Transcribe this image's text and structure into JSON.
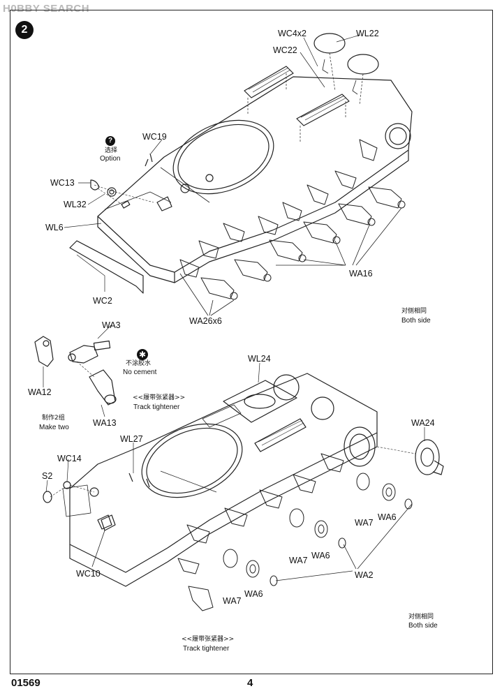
{
  "watermark": "H0BBY SEARCH",
  "step_number": "2",
  "footer": {
    "code": "01569",
    "page": "4"
  },
  "option": {
    "icon_symbol": "?",
    "cn": "选择",
    "en": "Option"
  },
  "no_cement": {
    "icon_symbol": "✱",
    "cn": "不涂胶水",
    "en": "No cement"
  },
  "make_two": {
    "cn": "制作2组",
    "en": "Make two"
  },
  "track_tightener_1": {
    "cn": "<<履带张紧器>>",
    "en": "Track tightener"
  },
  "track_tightener_2": {
    "cn": "<<履带张紧器>>",
    "en": "Track tightener"
  },
  "both_side_1": {
    "cn": "对侧相同",
    "en": "Both side"
  },
  "both_side_2": {
    "cn": "对侧相同",
    "en": "Both side"
  },
  "parts": {
    "wc4x2": "WC4x2",
    "wl22": "WL22",
    "wc22": "WC22",
    "wc19": "WC19",
    "wc13": "WC13",
    "wl32": "WL32",
    "wl6": "WL6",
    "wc2": "WC2",
    "wa16": "WA16",
    "wa26x6": "WA26x6",
    "wa3": "WA3",
    "wa12": "WA12",
    "wa13": "WA13",
    "wl24": "WL24",
    "wa24": "WA24",
    "wl27": "WL27",
    "wc14": "WC14",
    "s2": "S2",
    "wa7_a": "WA7",
    "wa6_a": "WA6",
    "wa7_b": "WA7",
    "wa6_b": "WA6",
    "wa2": "WA2",
    "wc10": "WC10",
    "wa7_c": "WA7",
    "wa6_c": "WA6"
  },
  "colors": {
    "line": "#222222",
    "watermark": "#b9b9b9"
  }
}
